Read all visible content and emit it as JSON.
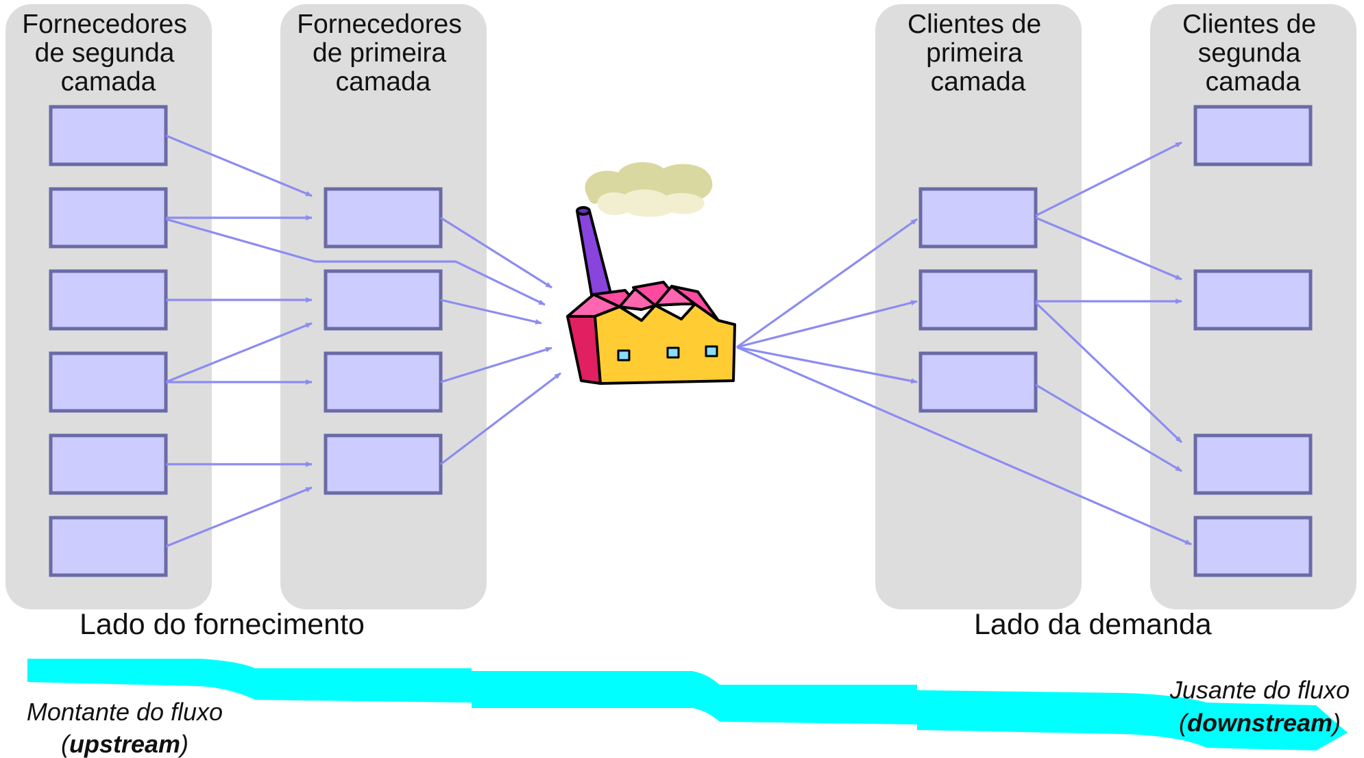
{
  "columns": [
    {
      "id": "tier2-suppliers",
      "title": [
        "Fornecedores",
        "de segunda",
        "camada"
      ]
    },
    {
      "id": "tier1-suppliers",
      "title": [
        "Fornecedores",
        "de primeira",
        "camada"
      ]
    },
    {
      "id": "tier1-customers",
      "title": [
        "Clientes de",
        "primeira",
        "camada"
      ]
    },
    {
      "id": "tier2-customers",
      "title": [
        "Clientes de",
        "segunda",
        "camada"
      ]
    }
  ],
  "labels": {
    "supply_side": "Lado do fornecimento",
    "demand_side": "Lado da demanda"
  },
  "flow": {
    "upstream_caption": "Montante do fluxo",
    "upstream_term": "upstream",
    "downstream_caption": "Jusante do fluxo",
    "downstream_term": "downstream"
  },
  "icons": {
    "factory": "factory-icon"
  },
  "colors": {
    "column_background": "#dddddd",
    "node_fill": "#ccccff",
    "node_border": "#6a6aa6",
    "arrow": "#8c8cf2",
    "flow_band": "#00ffff"
  }
}
